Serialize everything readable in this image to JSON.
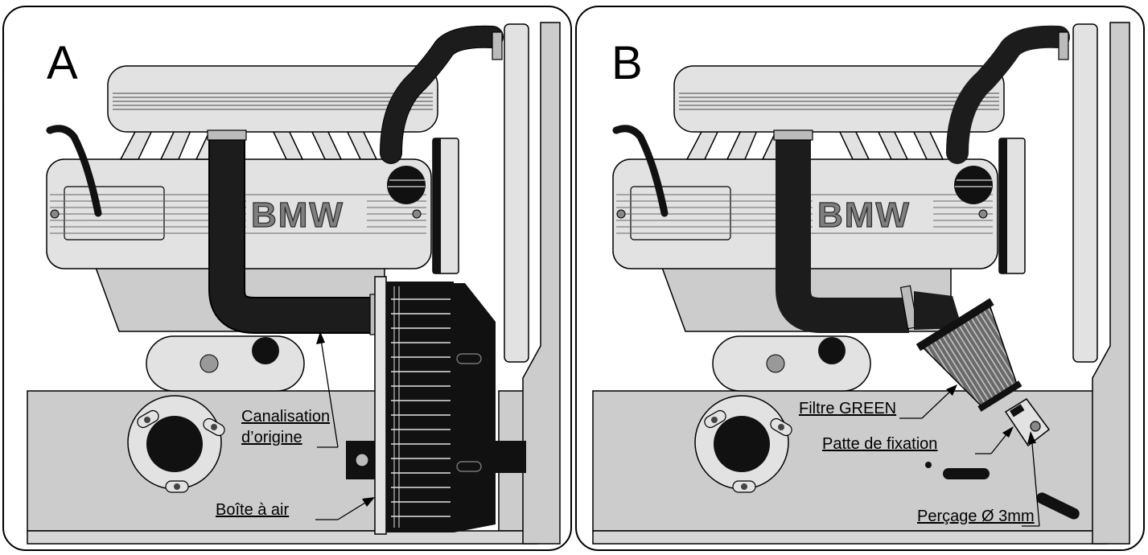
{
  "panels": [
    {
      "id": "A",
      "letter": "A",
      "brand": "BMW",
      "labels": {
        "duct_line1": "Canalisation",
        "duct_line2": "d’origine",
        "airbox": "Boîte à air"
      }
    },
    {
      "id": "B",
      "letter": "B",
      "brand": "BMW",
      "labels": {
        "filter": "Filtre GREEN",
        "bracket": "Patte de fixation",
        "drill": "Perçage Ø 3mm"
      }
    }
  ],
  "colors": {
    "light_grey": "#e2e2e2",
    "mid_grey": "#cccccc",
    "hose": "#1c1c1c",
    "outline": "#000000"
  }
}
